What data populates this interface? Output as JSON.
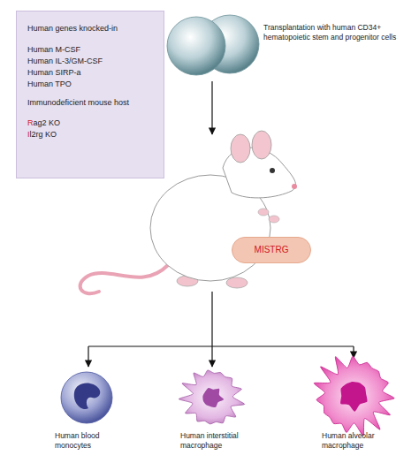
{
  "diagram": {
    "nodes": [
      {
        "text": [
          "Human genes knocked-in",
          "Human M-CSF",
          "Human IL-3/GM-CSF",
          "Human SIRP-a",
          "Human TPO",
          "Immunodeficient mouse host",
          "Rag2 KO",
          "Il2rg KO"
        ]
      },
      {
        "text": [
          "MISTRG"
        ]
      }
    ],
    "labels": [
      "Transplantation with human CD34+ hematopoietic stem and progenitor cells",
      "Human blood monocytes",
      "Human interstitial macrophage",
      "Human alveolar macrophage"
    ]
  }
}
